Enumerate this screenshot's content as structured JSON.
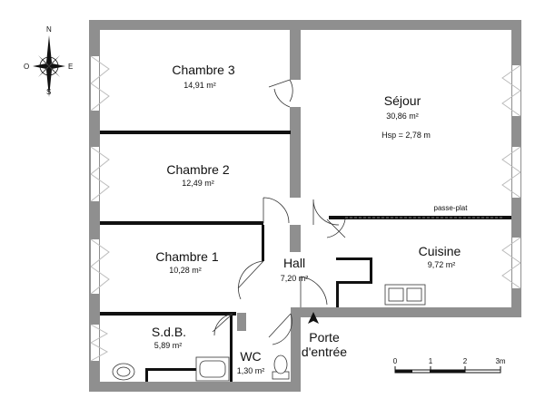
{
  "compass": {
    "n": "N",
    "s": "S",
    "e": "E",
    "o": "O"
  },
  "rooms": {
    "chambre3": {
      "name": "Chambre 3",
      "area": "14,91 m²"
    },
    "sejour": {
      "name": "Séjour",
      "area": "30,86 m²",
      "hsp": "Hsp = 2,78 m"
    },
    "chambre2": {
      "name": "Chambre 2",
      "area": "12,49 m²"
    },
    "chambre1": {
      "name": "Chambre 1",
      "area": "10,28 m²"
    },
    "hall": {
      "name": "Hall",
      "area": "7,20 m²"
    },
    "cuisine": {
      "name": "Cuisine",
      "area": "9,72 m²"
    },
    "sdb": {
      "name": "S.d.B.",
      "area": "5,89 m²"
    },
    "wc": {
      "name": "WC",
      "area": "1,30 m²"
    }
  },
  "passe_plat": "passe-plat",
  "entrance": {
    "line1": "Porte",
    "line2": "d'entrée"
  },
  "scale": {
    "ticks": [
      "0",
      "1",
      "2",
      "3m"
    ]
  }
}
